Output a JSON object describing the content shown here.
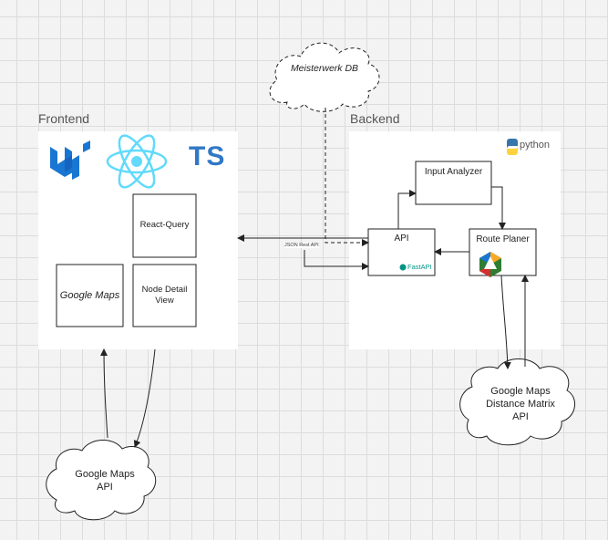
{
  "frontend": {
    "title": "Frontend",
    "logos": [
      "mui-logo",
      "react-logo"
    ],
    "ts_badge": "TS",
    "react_query": "React-Query",
    "google_maps": "Google Maps",
    "node_detail_view": "Node Detail View"
  },
  "backend": {
    "title": "Backend",
    "python_label": "python",
    "input_analyzer": "Input Analyzer",
    "api": "API",
    "fastapi": "FastAPI",
    "route_planer": "Route Planer"
  },
  "database": {
    "label": "Meisterwerk DB"
  },
  "connection": {
    "label": "JSON Rest API"
  },
  "clouds": {
    "maps_api": "Google Maps API",
    "distance_matrix": "Google Maps Distance Matrix API"
  },
  "colors": {
    "mui_blue": "#1976d2",
    "react_cyan": "#61dafb",
    "ts_blue": "#3178c6",
    "fastapi_green": "#009485",
    "python_blue": "#3776ab",
    "python_yellow": "#ffd43b"
  }
}
